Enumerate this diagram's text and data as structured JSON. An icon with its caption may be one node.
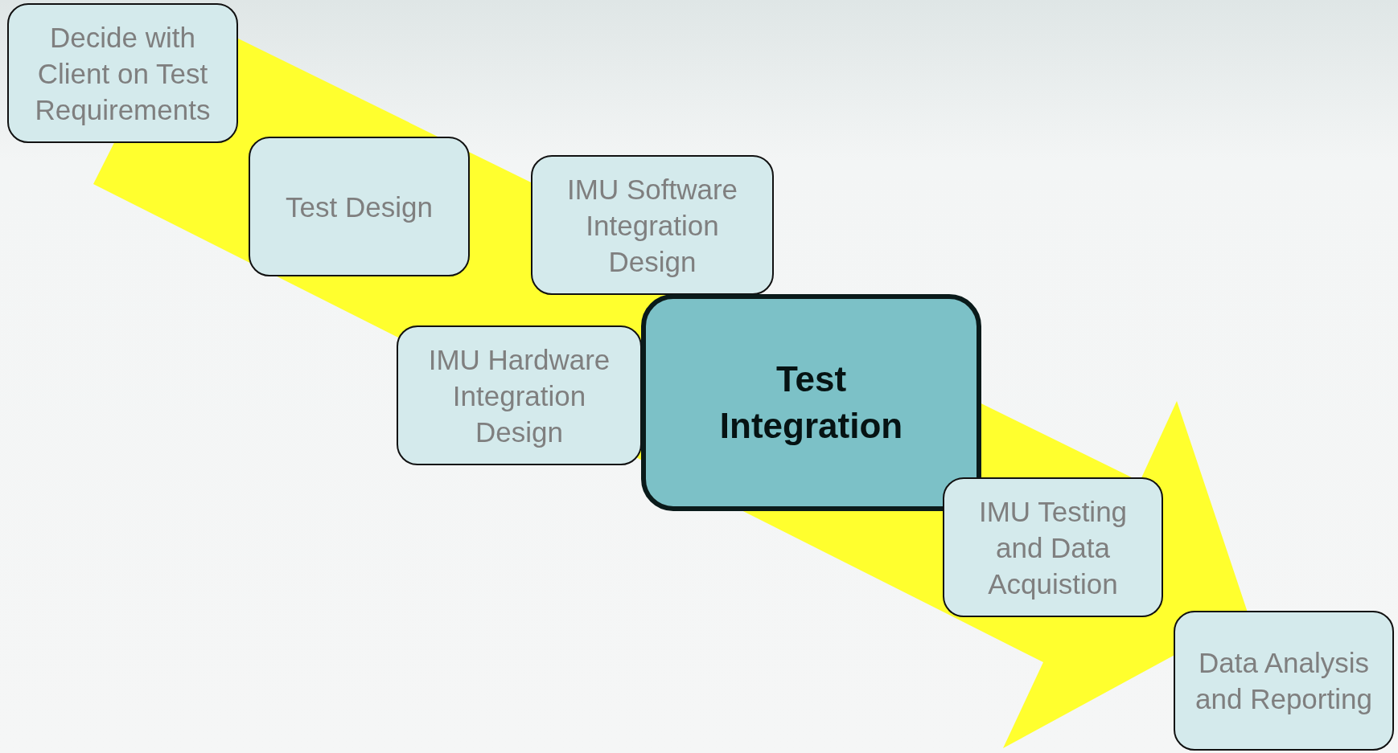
{
  "diagram": {
    "nodes": [
      {
        "text": [
          "Decide with Client on Test Requirements"
        ]
      },
      {
        "text": [
          "Test Design"
        ]
      },
      {
        "text": [
          "IMU Software Integration Design"
        ]
      },
      {
        "text": [
          "IMU Hardware Integration Design"
        ]
      },
      {
        "text": [
          "Test Integration"
        ]
      },
      {
        "text": [
          "IMU Testing and Data Acquistion"
        ]
      },
      {
        "text": [
          "Data Analysis and Reporting"
        ]
      }
    ]
  }
}
